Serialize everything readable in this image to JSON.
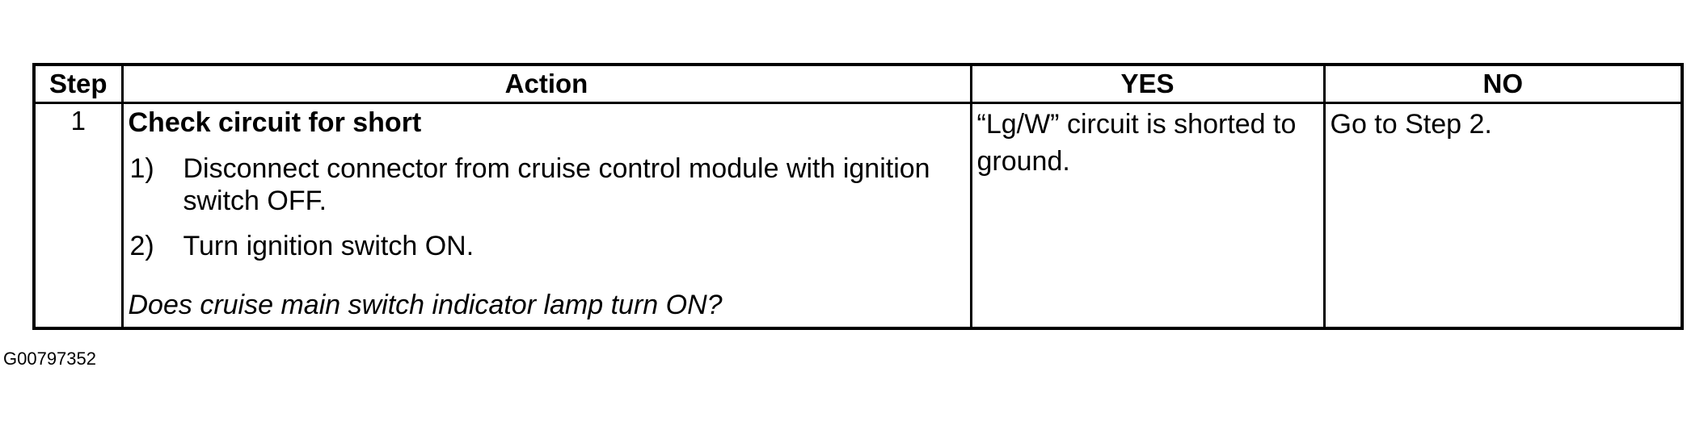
{
  "table": {
    "headers": {
      "step": "Step",
      "action": "Action",
      "yes": "YES",
      "no": "NO"
    },
    "rows": [
      {
        "step": "1",
        "action_title": "Check circuit for short",
        "action_items": [
          {
            "num": "1)",
            "text": "Disconnect connector from cruise control module with ignition switch OFF."
          },
          {
            "num": "2)",
            "text": "Turn ignition switch ON."
          }
        ],
        "action_question": "Does cruise main switch indicator lamp turn ON?",
        "yes": "“Lg/W” circuit is shorted to ground.",
        "no": "Go to Step 2."
      }
    ]
  },
  "figure_id": "G00797352"
}
